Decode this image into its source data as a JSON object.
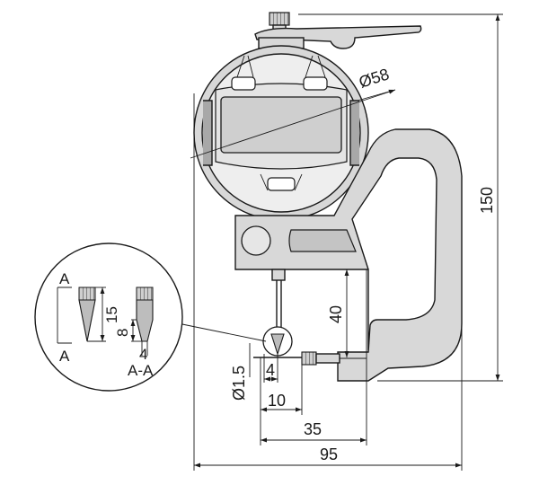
{
  "dimensions": {
    "dial_diameter": "Ø58",
    "overall_height": "150",
    "throat_depth": "40",
    "anvil_diameter": "Ø1.5",
    "anvil_tip": "4",
    "anvil_length": "10",
    "reach": "35",
    "overall_width": "95"
  },
  "detail": {
    "section_mark_top": "A",
    "section_mark_bottom": "A",
    "tip_length": "15",
    "tip_section_length": "8",
    "tip_width": "4",
    "section_label": "A-A"
  }
}
